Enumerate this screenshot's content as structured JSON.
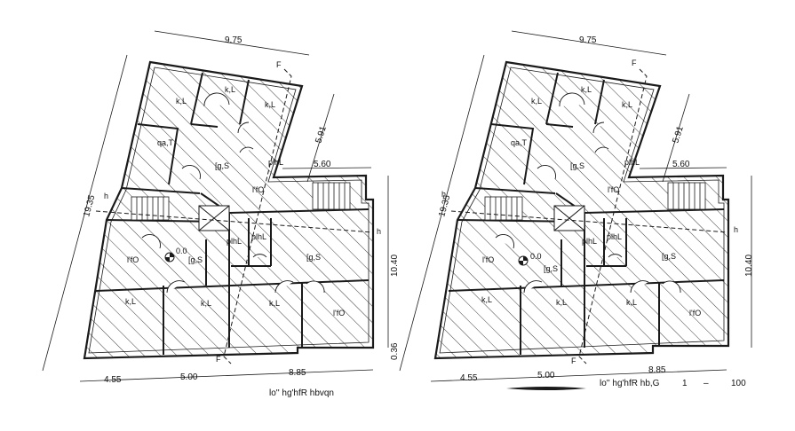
{
  "colors": {
    "ink": "#1a1a1a",
    "background": "#ffffff",
    "hatch": "#2a2a2a"
  },
  "plans": [
    {
      "dims": {
        "top": "9.75",
        "left": "19.35",
        "diag": "5.91",
        "right_top": "5.60",
        "right": "10.40",
        "bottom_right_small": "0.36",
        "bottom_1": "4.55",
        "bottom_2": "5.00",
        "bottom_3": "8.85"
      },
      "rooms": {
        "r1": "k,L",
        "r2": "k,L",
        "r3": "k,L",
        "r4": "qa,T",
        "r5": "[g,S",
        "r6": "plhL",
        "r7": "l'fO",
        "r8": "plhL",
        "r9": "plhL",
        "r10": "l'fO",
        "r11": "[g,S",
        "r12": "[g,S",
        "r13": "k,L",
        "r14": "k,L",
        "r15": "k,L",
        "r16": "l'fO"
      },
      "level": "0.0",
      "section_marks": {
        "top": "F",
        "left": "h",
        "right": "h",
        "bottom": "F"
      },
      "caption": "lo'' hg'hfR hbvqn"
    },
    {
      "dims": {
        "top": "9.75",
        "left": "19.35",
        "diag": "5.91",
        "right_top": "5.60",
        "right": "10.40",
        "bottom_1": "4.55",
        "bottom_2": "5.00",
        "bottom_3": "8.85"
      },
      "rooms": {
        "r1": "k,L",
        "r2": "k,L",
        "r3": "k,L",
        "r4": "qa,T",
        "r5": "[g,S",
        "r6": "plhL",
        "r7": "l'fO",
        "r8": "plhL",
        "r9": "plhL",
        "r10": "l'fO",
        "r11": "[g,S",
        "r12": "[g,S",
        "r13": "k,L",
        "r14": "k,L",
        "r15": "k,L",
        "r16": "l'fO"
      },
      "level": "0.0",
      "section_marks": {
        "top": "F",
        "left": "h",
        "right": "h",
        "bottom": "F"
      },
      "caption": "lo'' hg'hfR hb,G",
      "scale_label": "1",
      "scale_dash": "–",
      "scale_value": "100"
    }
  ]
}
